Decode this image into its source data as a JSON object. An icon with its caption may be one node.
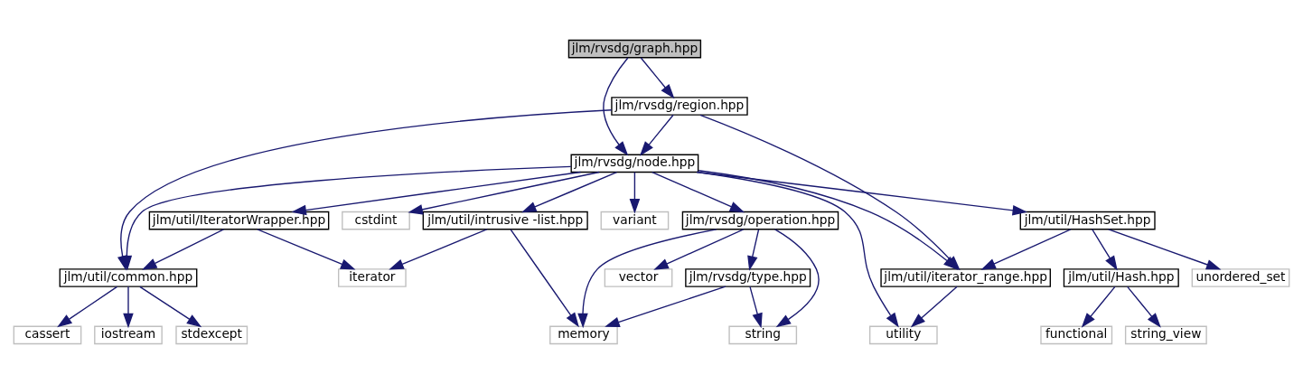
{
  "diagram": {
    "nodes": [
      {
        "text": [
          "jlm/rvsdg/graph.hpp"
        ]
      },
      {
        "text": [
          "jlm/rvsdg/region.hpp"
        ]
      },
      {
        "text": [
          "jlm/rvsdg/node.hpp"
        ]
      },
      {
        "text": [
          "variant"
        ]
      },
      {
        "text": [
          "jlm/util/IteratorWrapper.hpp"
        ]
      },
      {
        "text": [
          "jlm/util/intrusive -list.hpp"
        ]
      },
      {
        "text": [
          "jlm/rvsdg/operation.hpp"
        ]
      },
      {
        "text": [
          "cstdint"
        ]
      },
      {
        "text": [
          "jlm/util/HashSet.hpp"
        ]
      },
      {
        "text": [
          "jlm/util/common.hpp"
        ]
      },
      {
        "text": [
          "iterator"
        ]
      },
      {
        "text": [
          "jlm/rvsdg/type.hpp"
        ]
      },
      {
        "text": [
          "vector"
        ]
      },
      {
        "text": [
          "jlm/util/iterator_range.hpp"
        ]
      },
      {
        "text": [
          "unordered_set"
        ]
      },
      {
        "text": [
          "jlm/util/Hash.hpp"
        ]
      },
      {
        "text": [
          "iostream"
        ]
      },
      {
        "text": [
          "stdexcept"
        ]
      },
      {
        "text": [
          "cassert"
        ]
      },
      {
        "text": [
          "memory"
        ]
      },
      {
        "text": [
          "string"
        ]
      },
      {
        "text": [
          "utility"
        ]
      },
      {
        "text": [
          "string_view"
        ]
      },
      {
        "text": [
          "functional"
        ]
      }
    ],
    "edges": [
      {
        "from": 0,
        "to": 1,
        "arrow": "to"
      },
      {
        "from": 0,
        "to": 2,
        "arrow": "to"
      },
      {
        "from": 1,
        "to": 2,
        "arrow": "to"
      },
      {
        "from": 1,
        "to": 9,
        "arrow": "to"
      },
      {
        "from": 1,
        "to": 13,
        "arrow": "to"
      },
      {
        "from": 2,
        "to": 3,
        "arrow": "to"
      },
      {
        "from": 2,
        "to": 4,
        "arrow": "to"
      },
      {
        "from": 2,
        "to": 5,
        "arrow": "to"
      },
      {
        "from": 2,
        "to": 6,
        "arrow": "to"
      },
      {
        "from": 2,
        "to": 7,
        "arrow": "to"
      },
      {
        "from": 2,
        "to": 8,
        "arrow": "to"
      },
      {
        "from": 2,
        "to": 9,
        "arrow": "to"
      },
      {
        "from": 2,
        "to": 13,
        "arrow": "to"
      },
      {
        "from": 2,
        "to": 21,
        "arrow": "to"
      },
      {
        "from": 4,
        "to": 9,
        "arrow": "to"
      },
      {
        "from": 4,
        "to": 10,
        "arrow": "to"
      },
      {
        "from": 5,
        "to": 10,
        "arrow": "to"
      },
      {
        "from": 5,
        "to": 19,
        "arrow": "to"
      },
      {
        "from": 6,
        "to": 11,
        "arrow": "to"
      },
      {
        "from": 6,
        "to": 12,
        "arrow": "to"
      },
      {
        "from": 6,
        "to": 19,
        "arrow": "to"
      },
      {
        "from": 6,
        "to": 20,
        "arrow": "to"
      },
      {
        "from": 8,
        "to": 13,
        "arrow": "to"
      },
      {
        "from": 8,
        "to": 14,
        "arrow": "to"
      },
      {
        "from": 8,
        "to": 15,
        "arrow": "to"
      },
      {
        "from": 9,
        "to": 16,
        "arrow": "to"
      },
      {
        "from": 9,
        "to": 17,
        "arrow": "to"
      },
      {
        "from": 9,
        "to": 18,
        "arrow": "to"
      },
      {
        "from": 11,
        "to": 19,
        "arrow": "to"
      },
      {
        "from": 11,
        "to": 20,
        "arrow": "to"
      },
      {
        "from": 13,
        "to": 21,
        "arrow": "to"
      },
      {
        "from": 15,
        "to": 22,
        "arrow": "to"
      },
      {
        "from": 15,
        "to": 23,
        "arrow": "to"
      }
    ]
  }
}
